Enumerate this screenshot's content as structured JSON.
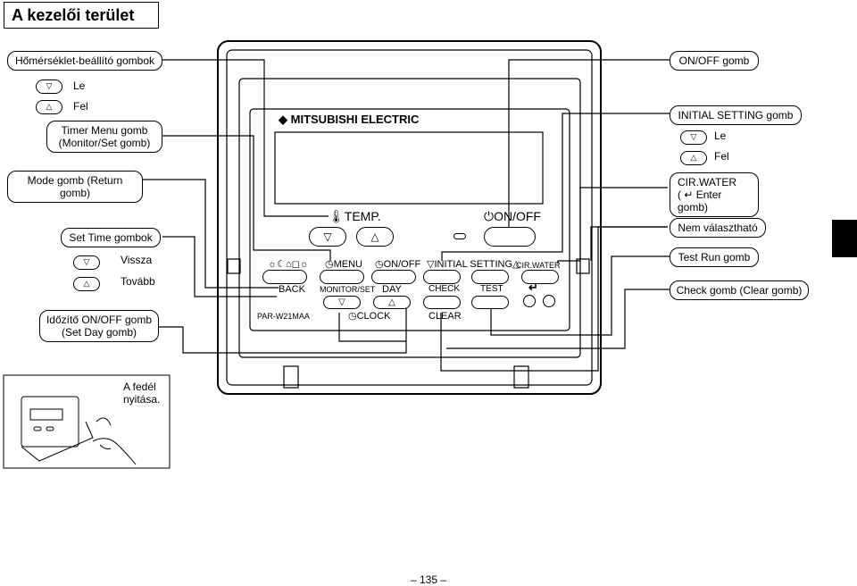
{
  "title": "A kezelői terület",
  "left_labels": {
    "temp_buttons": "Hőmérséklet-beállító gombok",
    "down_label": "Le",
    "up_label": "Fel",
    "timer_menu": [
      "Timer Menu gomb",
      "(Monitor/Set gomb)"
    ],
    "mode": "Mode gomb (Return gomb)",
    "set_time": "Set Time gombok",
    "back_label": "Vissza",
    "next_label": "Tovább",
    "timer_onoff": [
      "Időzítő ON/OFF gomb",
      "(Set Day gomb)"
    ],
    "cover": [
      "A fedél",
      "nyitása."
    ]
  },
  "right_labels": {
    "onoff": "ON/OFF gomb",
    "initial_setting": "INITIAL SETTING gomb",
    "down_label": "Le",
    "up_label": "Fel",
    "cir_water": [
      "CIR.WATER",
      "( ↵ Enter gomb)"
    ],
    "not_selectable": "Nem választható",
    "test_run": "Test Run gomb",
    "check": "Check gomb (Clear gomb)"
  },
  "device": {
    "brand": "MITSUBISHI ELECTRIC",
    "temp": "TEMP.",
    "onoff": "ON/OFF",
    "mode_icons": "☼☾⌂◻☼",
    "menu": "MENU",
    "timer_onoff": "ON/OFF",
    "initial_setting": "▽INITIAL SETTING△",
    "cir_water": "CIR.WATER",
    "back": "BACK",
    "monitor_set": "MONITOR/SET",
    "day": "DAY",
    "check": "CHECK",
    "test": "TEST",
    "enter": "↵",
    "model": "PAR-W21MAA",
    "clock": "CLOCK",
    "clear": "CLEAR"
  },
  "symbols": {
    "down": "▽",
    "up": "△"
  },
  "page_number": "– 135 –"
}
